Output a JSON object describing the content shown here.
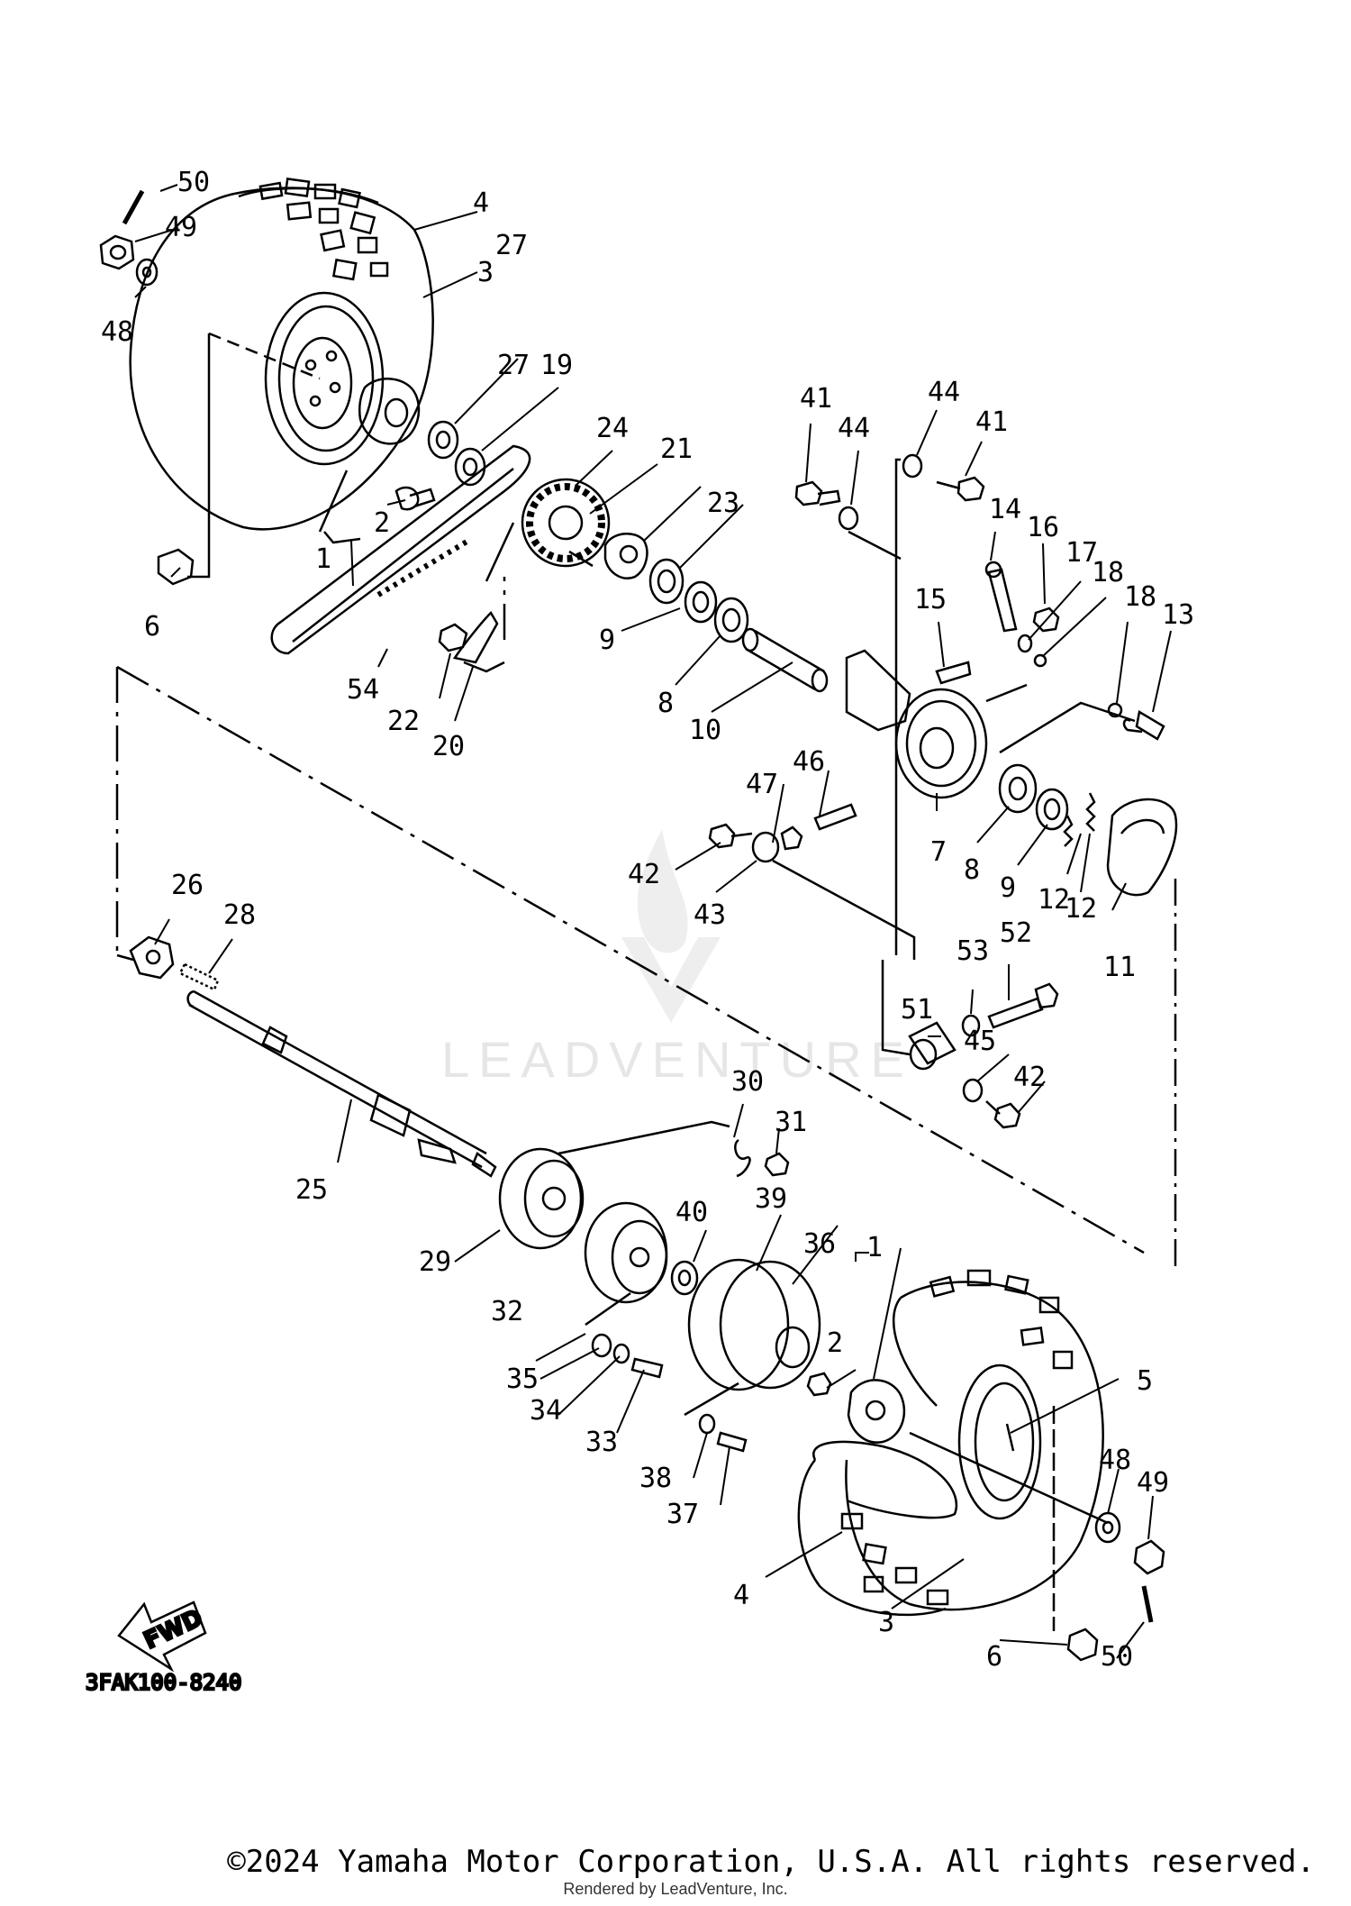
{
  "diagram": {
    "part_code": "3FAK100-8240",
    "fwd_label": "FWD",
    "watermark": "LEADVENTURE",
    "copyright": "©2024 Yamaha Motor Corporation, U.S.A. All rights reserved.",
    "rendered_by": "Rendered by LeadVenture, Inc.",
    "callouts": [
      "50",
      "49",
      "48",
      "4",
      "3",
      "27",
      "27",
      "19",
      "24",
      "21",
      "23",
      "41",
      "44",
      "44",
      "41",
      "14",
      "16",
      "17",
      "18",
      "18",
      "13",
      "15",
      "2",
      "1",
      "6",
      "54",
      "22",
      "20",
      "9",
      "8",
      "10",
      "7",
      "8",
      "9",
      "12",
      "12",
      "11",
      "47",
      "46",
      "42",
      "43",
      "51",
      "53",
      "52",
      "45",
      "42",
      "26",
      "28",
      "25",
      "30",
      "31",
      "29",
      "40",
      "39",
      "36",
      "1",
      "32",
      "2",
      "5",
      "35",
      "34",
      "33",
      "38",
      "37",
      "48",
      "49",
      "4",
      "3",
      "6",
      "50"
    ]
  }
}
